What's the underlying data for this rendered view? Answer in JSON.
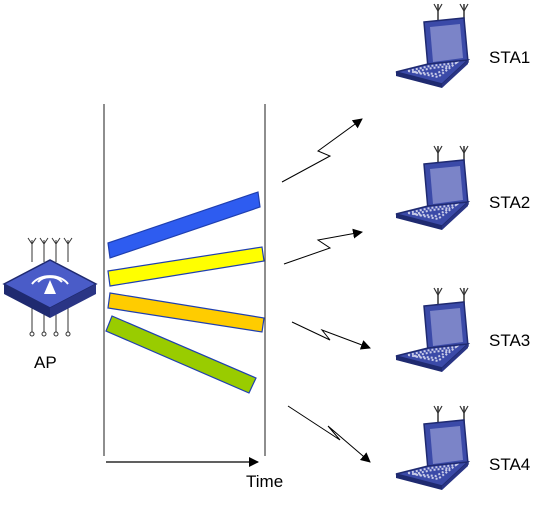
{
  "ap": {
    "label": "AP",
    "icon": "wireless-access-point-icon"
  },
  "axis": {
    "time_label": "Time"
  },
  "stations": [
    {
      "label": "STA1",
      "icon": "laptop-icon"
    },
    {
      "label": "STA2",
      "icon": "laptop-icon"
    },
    {
      "label": "STA3",
      "icon": "laptop-icon"
    },
    {
      "label": "STA4",
      "icon": "laptop-icon"
    }
  ],
  "frames": [
    {
      "color": "#2e5cf0"
    },
    {
      "color": "#ffff00"
    },
    {
      "color": "#ffcc00"
    },
    {
      "color": "#99cc00"
    }
  ],
  "colors": {
    "device_body": "#3b4aa8",
    "device_dark": "#1f2a70",
    "frame_border": "#1f3fb0"
  }
}
